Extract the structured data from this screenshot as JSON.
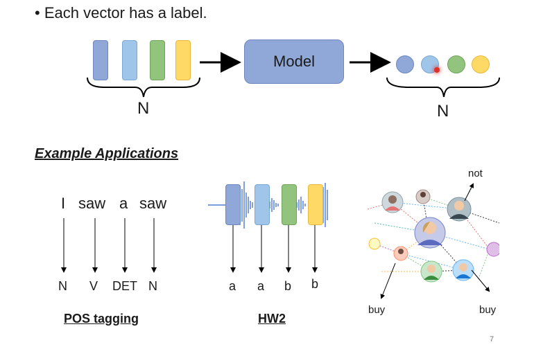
{
  "slide": {
    "bullet": "Each vector has a label.",
    "page_number": "7"
  },
  "top_diagram": {
    "model_label": "Model",
    "n_left": "N",
    "n_right": "N",
    "colors": {
      "blue": "#8fa8d8",
      "lightblue": "#9fc5e8",
      "green": "#93c47d",
      "yellow": "#ffd966",
      "red_dot": "#e0302a"
    }
  },
  "examples": {
    "title": "Example Applications",
    "pos": {
      "words": [
        "I",
        "saw",
        "a",
        "saw"
      ],
      "tags": [
        "N",
        "V",
        "DET",
        "N"
      ],
      "caption": "POS tagging"
    },
    "hw2": {
      "labels": [
        "a",
        "a",
        "b",
        "b"
      ],
      "caption": "HW2"
    },
    "network": {
      "label_top": "not",
      "label_left": "buy",
      "label_right": "buy"
    }
  }
}
